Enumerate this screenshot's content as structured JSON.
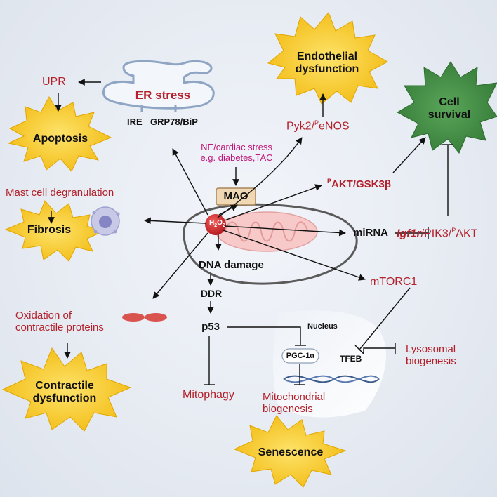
{
  "er": {
    "title": "ER stress",
    "ire": "IRE",
    "grp": "GRP78/BiP"
  },
  "upr": "UPR",
  "apoptosis": "Apoptosis",
  "endothelial": [
    "Endothelial",
    "dysfunction"
  ],
  "pyk2": {
    "part1": "Pyk2/",
    "sup": "P",
    "part2": "eNOS"
  },
  "cell_survival": [
    "Cell",
    "survival"
  ],
  "stress": [
    "NE/cardiac stress",
    "e.g. diabetes,TAC"
  ],
  "mao": "MAO",
  "akt_gsk": {
    "sup": "P",
    "text": "AKT/GSK3β"
  },
  "mast": "Mast cell degranulation",
  "fibrosis": "Fibrosis",
  "h2o2": {
    "base": "H",
    "sub1": "2",
    "mid": "O",
    "sub2": "2"
  },
  "mirna": "miRNA",
  "igf": {
    "italic": "Igf1r",
    "rest": "/PIK3/",
    "sup": "P",
    "end": "AKT"
  },
  "dna_damage": "DNA damage",
  "ddr": "DDR",
  "mtorc1": "mTORC1",
  "oxidation": [
    "Oxidation of",
    "contractile proteins"
  ],
  "p53": "p53",
  "nucleus": "Nucleus",
  "pgc": "PGC-1α",
  "tfeb": "TFEB",
  "lysosomal": [
    "Lysosomal",
    "biogenesis"
  ],
  "contractile": [
    "Contractile",
    "dysfunction"
  ],
  "mitophagy": "Mitophagy",
  "mito_bio": [
    "Mitochondrial",
    "biogenesis"
  ],
  "senescence": "Senescence",
  "colors": {
    "red": "#b3202a",
    "magenta": "#c2187a",
    "star_yellow": "#f6c31a",
    "star_green": "#3e8a3f",
    "mao_fill": "#f1d8b4",
    "h2o2_fill": "#d6262b"
  }
}
